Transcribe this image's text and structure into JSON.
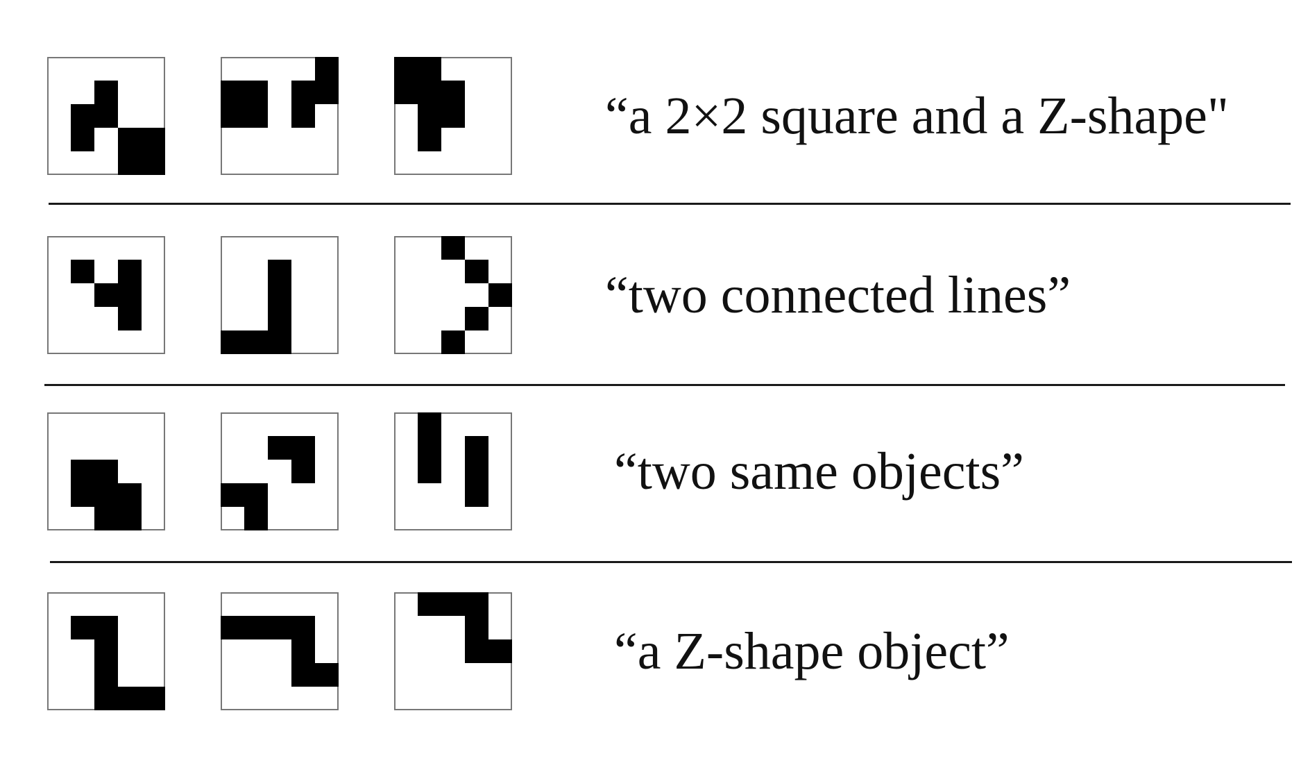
{
  "rows": [
    {
      "caption": "“a 2×2 square and a Z-shape\"",
      "grids": [
        [
          [
            0,
            0,
            0,
            0,
            0
          ],
          [
            0,
            0,
            1,
            0,
            0
          ],
          [
            0,
            1,
            1,
            0,
            0
          ],
          [
            0,
            1,
            0,
            1,
            1
          ],
          [
            0,
            0,
            0,
            1,
            1
          ]
        ],
        [
          [
            0,
            0,
            0,
            0,
            1
          ],
          [
            1,
            1,
            0,
            1,
            1
          ],
          [
            1,
            1,
            0,
            1,
            0
          ],
          [
            0,
            0,
            0,
            0,
            0
          ],
          [
            0,
            0,
            0,
            0,
            0
          ]
        ],
        [
          [
            1,
            1,
            0,
            0,
            0
          ],
          [
            1,
            1,
            1,
            0,
            0
          ],
          [
            0,
            1,
            1,
            0,
            0
          ],
          [
            0,
            1,
            0,
            0,
            0
          ],
          [
            0,
            0,
            0,
            0,
            0
          ]
        ]
      ]
    },
    {
      "caption": "“two connected lines”",
      "grids": [
        [
          [
            0,
            0,
            0,
            0,
            0
          ],
          [
            0,
            1,
            0,
            1,
            0
          ],
          [
            0,
            0,
            1,
            1,
            0
          ],
          [
            0,
            0,
            0,
            1,
            0
          ],
          [
            0,
            0,
            0,
            0,
            0
          ]
        ],
        [
          [
            0,
            0,
            0,
            0,
            0
          ],
          [
            0,
            0,
            1,
            0,
            0
          ],
          [
            0,
            0,
            1,
            0,
            0
          ],
          [
            0,
            0,
            1,
            0,
            0
          ],
          [
            1,
            1,
            1,
            0,
            0
          ]
        ],
        [
          [
            0,
            0,
            1,
            0,
            0
          ],
          [
            0,
            0,
            0,
            1,
            0
          ],
          [
            0,
            0,
            0,
            0,
            1
          ],
          [
            0,
            0,
            0,
            1,
            0
          ],
          [
            0,
            0,
            1,
            0,
            0
          ]
        ]
      ]
    },
    {
      "caption": "“two same objects”",
      "grids": [
        [
          [
            0,
            0,
            0,
            0,
            0
          ],
          [
            0,
            0,
            0,
            0,
            0
          ],
          [
            0,
            1,
            1,
            0,
            0
          ],
          [
            0,
            1,
            1,
            1,
            0
          ],
          [
            0,
            0,
            1,
            1,
            0
          ]
        ],
        [
          [
            0,
            0,
            0,
            0,
            0
          ],
          [
            0,
            0,
            1,
            1,
            0
          ],
          [
            0,
            0,
            0,
            1,
            0
          ],
          [
            1,
            1,
            0,
            0,
            0
          ],
          [
            0,
            1,
            0,
            0,
            0
          ]
        ],
        [
          [
            0,
            1,
            0,
            0,
            0
          ],
          [
            0,
            1,
            0,
            1,
            0
          ],
          [
            0,
            1,
            0,
            1,
            0
          ],
          [
            0,
            0,
            0,
            1,
            0
          ],
          [
            0,
            0,
            0,
            0,
            0
          ]
        ]
      ]
    },
    {
      "caption": "“a Z-shape object”",
      "grids": [
        [
          [
            0,
            0,
            0,
            0,
            0
          ],
          [
            0,
            1,
            1,
            0,
            0
          ],
          [
            0,
            0,
            1,
            0,
            0
          ],
          [
            0,
            0,
            1,
            0,
            0
          ],
          [
            0,
            0,
            1,
            1,
            1
          ]
        ],
        [
          [
            0,
            0,
            0,
            0,
            0
          ],
          [
            1,
            1,
            1,
            1,
            0
          ],
          [
            0,
            0,
            0,
            1,
            0
          ],
          [
            0,
            0,
            0,
            1,
            1
          ],
          [
            0,
            0,
            0,
            0,
            0
          ]
        ],
        [
          [
            0,
            1,
            1,
            1,
            0
          ],
          [
            0,
            0,
            0,
            1,
            0
          ],
          [
            0,
            0,
            0,
            1,
            1
          ],
          [
            0,
            0,
            0,
            0,
            0
          ],
          [
            0,
            0,
            0,
            0,
            0
          ]
        ]
      ]
    }
  ],
  "colors": {
    "filled": "#000000",
    "border": "#777777",
    "divider": "#1a1a1a"
  }
}
